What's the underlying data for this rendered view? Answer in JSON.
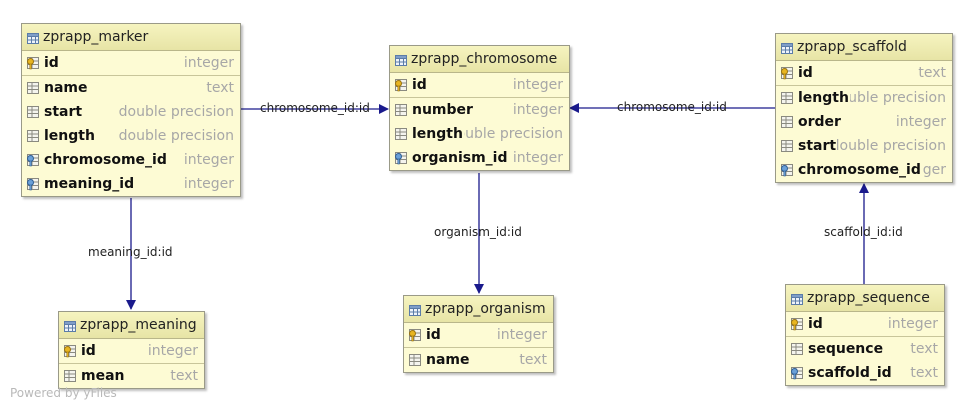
{
  "tables": [
    {
      "id": "marker",
      "name": "zprapp_marker",
      "columns": [
        {
          "name": "id",
          "type": "integer",
          "key": "pk"
        },
        {
          "name": "name",
          "type": "text",
          "key": "none"
        },
        {
          "name": "start",
          "type": "double precision",
          "key": "none"
        },
        {
          "name": "length",
          "type": "double precision",
          "key": "none"
        },
        {
          "name": "chromosome_id",
          "type": "integer",
          "key": "fk"
        },
        {
          "name": "meaning_id",
          "type": "integer",
          "key": "fk"
        }
      ]
    },
    {
      "id": "chromosome",
      "name": "zprapp_chromosome",
      "columns": [
        {
          "name": "id",
          "type": "integer",
          "key": "pk"
        },
        {
          "name": "number",
          "type": "integer",
          "key": "none"
        },
        {
          "name": "length",
          "type": "double precision",
          "key": "none"
        },
        {
          "name": "organism_id",
          "type": "integer",
          "key": "fk"
        }
      ]
    },
    {
      "id": "scaffold",
      "name": "zprapp_scaffold",
      "columns": [
        {
          "name": "id",
          "type": "text",
          "key": "pk"
        },
        {
          "name": "length",
          "type": "double precision",
          "key": "none"
        },
        {
          "name": "order",
          "type": "integer",
          "key": "none"
        },
        {
          "name": "start",
          "type": "double precision",
          "key": "none"
        },
        {
          "name": "chromosome_id",
          "type": "integer",
          "key": "fk"
        }
      ]
    },
    {
      "id": "meaning",
      "name": "zprapp_meaning",
      "columns": [
        {
          "name": "id",
          "type": "integer",
          "key": "pk"
        },
        {
          "name": "mean",
          "type": "text",
          "key": "none"
        }
      ]
    },
    {
      "id": "organism",
      "name": "zprapp_organism",
      "columns": [
        {
          "name": "id",
          "type": "integer",
          "key": "pk"
        },
        {
          "name": "name",
          "type": "text",
          "key": "none"
        }
      ]
    },
    {
      "id": "sequence",
      "name": "zprapp_sequence",
      "columns": [
        {
          "name": "id",
          "type": "integer",
          "key": "pk"
        },
        {
          "name": "sequence",
          "type": "text",
          "key": "none"
        },
        {
          "name": "scaffold_id",
          "type": "text",
          "key": "fk"
        }
      ]
    }
  ],
  "relations": [
    {
      "id": "marker_chromosome",
      "from": "zprapp_marker",
      "to": "zprapp_chromosome",
      "label": "chromosome_id:id"
    },
    {
      "id": "scaffold_chromosome",
      "from": "zprapp_scaffold",
      "to": "zprapp_chromosome",
      "label": "chromosome_id:id"
    },
    {
      "id": "marker_meaning",
      "from": "zprapp_marker",
      "to": "zprapp_meaning",
      "label": "meaning_id:id"
    },
    {
      "id": "chromosome_organism",
      "from": "zprapp_chromosome",
      "to": "zprapp_organism",
      "label": "organism_id:id"
    },
    {
      "id": "sequence_scaffold",
      "from": "zprapp_sequence",
      "to": "zprapp_scaffold",
      "label": "scaffold_id:id"
    }
  ],
  "footer": "Powered by yFiles",
  "colors": {
    "table_fill": "#fdfbd4",
    "header_fill": "#e9e6aa",
    "edge": "#1a1a8c",
    "type_text": "#a7a7a7"
  }
}
